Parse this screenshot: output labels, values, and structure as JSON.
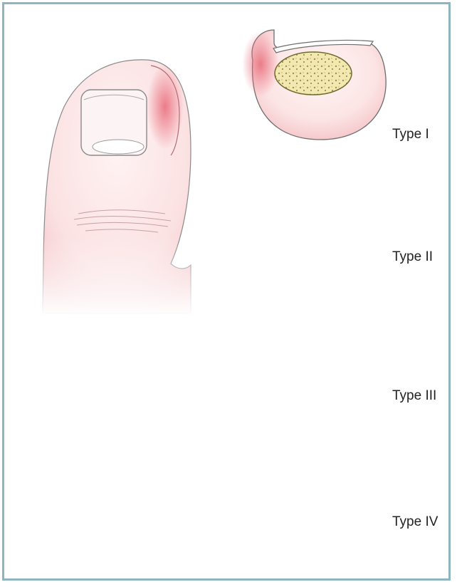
{
  "labels": {
    "type_i": "Type I",
    "type_ii": "Type II",
    "type_iii": "Type III",
    "type_iv": "Type IV"
  },
  "colors": {
    "border": "#8fb5c0",
    "skin": "#fbe3e3",
    "skin_edge": "#f0b3b8",
    "inflamed": "#e9707f",
    "bone_fill": "#f6eea0",
    "bone_edge": "#6f6b2e",
    "nail": "#ffffff",
    "outline": "#6e6e6e",
    "granulation": "#ee6f80"
  }
}
